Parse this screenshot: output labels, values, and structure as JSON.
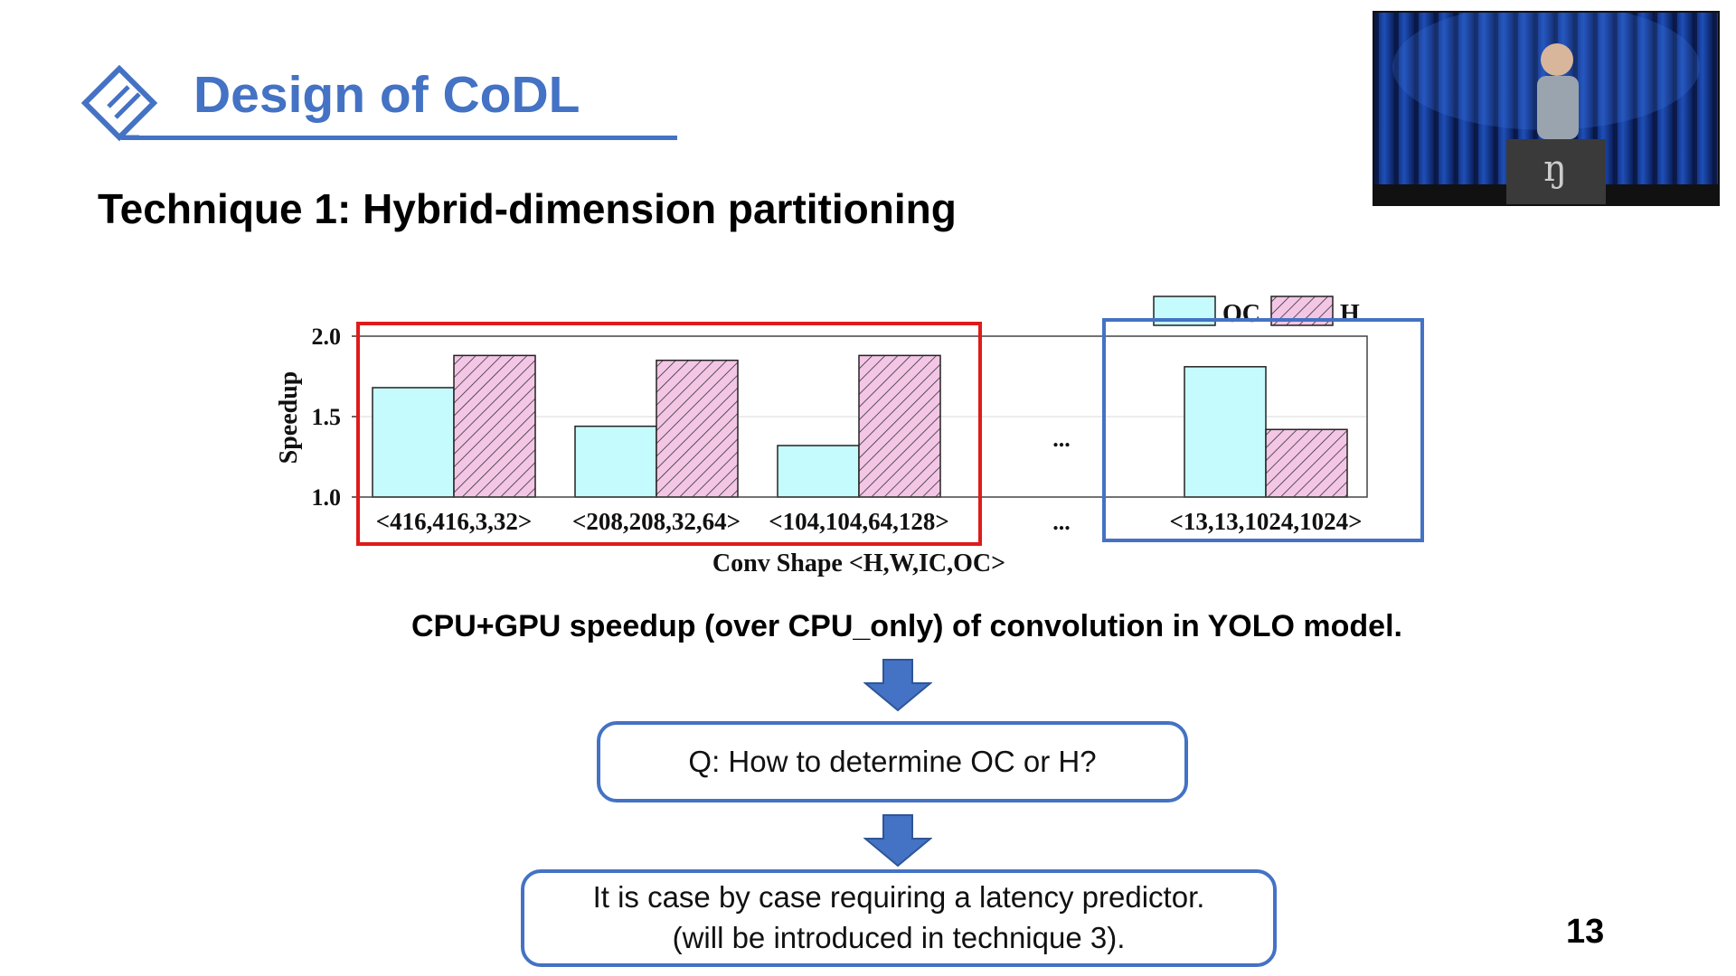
{
  "slide": {
    "title": "Design of CoDL",
    "subtitle": "Technique 1: Hybrid-dimension partitioning",
    "caption": "CPU+GPU speedup (over CPU_only) of convolution in YOLO model.",
    "question": "Q: How to determine OC or H?",
    "answer_line1": "It is case by case requiring a latency predictor.",
    "answer_line2": "(will be introduced in technique 3).",
    "page_number": "13",
    "ellipsis": "..."
  },
  "colors": {
    "accent": "#4472c4",
    "oc_fill": "#c6fbfd",
    "h_fill": "#f4c6e5",
    "red_box": "#e01a1a",
    "blue_box": "#4472c4"
  },
  "icons": {
    "title": "diamond-logo-icon",
    "arrow": "down-arrow-icon"
  },
  "chart_data": {
    "type": "bar",
    "title": "",
    "xlabel": "Conv Shape <H,W,IC,OC>",
    "ylabel": "Speedup",
    "ylim": [
      1.0,
      2.0
    ],
    "yticks": [
      "1.0",
      "1.5",
      "2.0"
    ],
    "grid": true,
    "legend": "top-right",
    "categories": [
      "<416,416,3,32>",
      "<208,208,32,64>",
      "<104,104,64,128>",
      "<13,13,1024,1024>"
    ],
    "series": [
      {
        "name": "OC",
        "values": [
          1.68,
          1.44,
          1.32,
          1.81
        ]
      },
      {
        "name": "H",
        "values": [
          1.88,
          1.85,
          1.88,
          1.42
        ]
      }
    ]
  }
}
